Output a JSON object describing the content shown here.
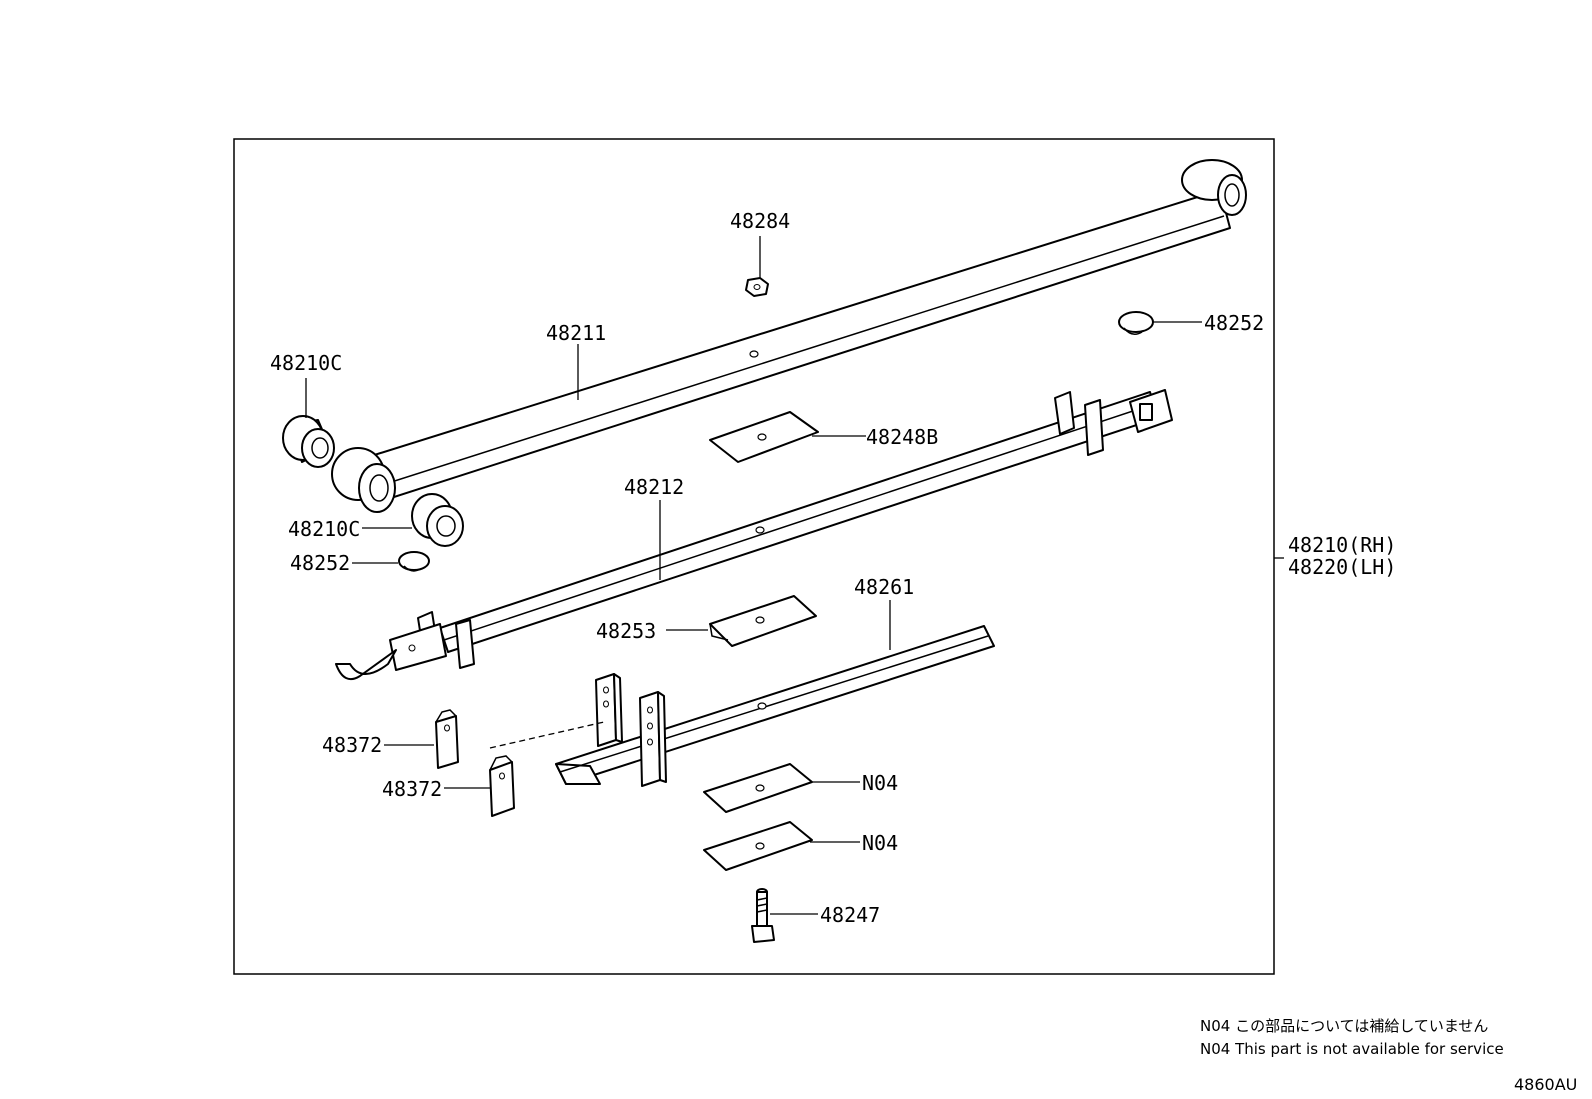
{
  "labels": {
    "p48284": "48284",
    "p48211": "48211",
    "p48210c_top": "48210C",
    "p48252_right": "48252",
    "p48248b": "48248B",
    "p48212": "48212",
    "p48210c_bottom": "48210C",
    "p48252_left": "48252",
    "p48210rh": "48210(RH)",
    "p48220lh": "48220(LH)",
    "p48261": "48261",
    "p48253": "48253",
    "p48372_a": "48372",
    "p48372_b": "48372",
    "n04_a": "N04",
    "n04_b": "N04",
    "p48247": "48247"
  },
  "notes": {
    "jp": "N04 この部品については補給していません",
    "en": "N04 This part is not available for service"
  },
  "figure_ref": "4860AU"
}
